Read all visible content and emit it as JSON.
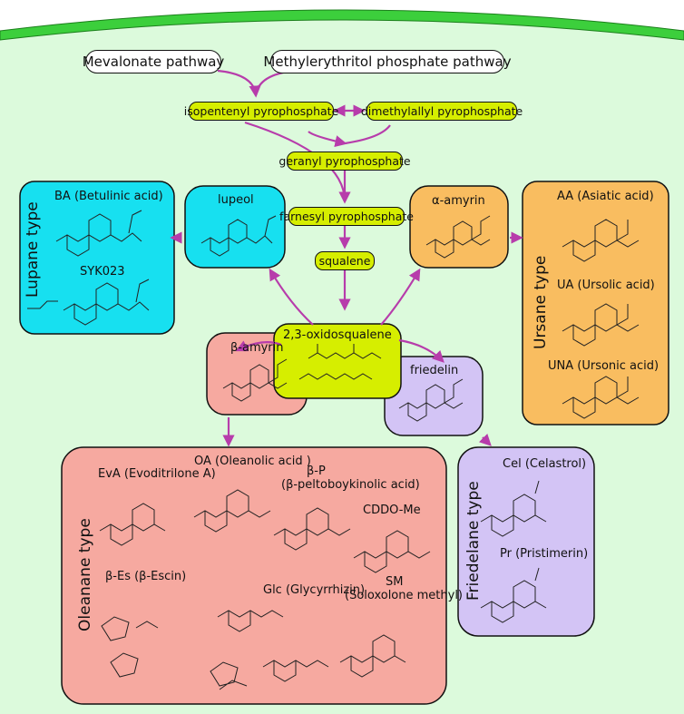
{
  "pathways": {
    "mevalonate": "Mevalonate pathway",
    "mep": "Methylerythritol phosphate pathway"
  },
  "intermediates": {
    "ipp": "isopentenyl pyrophosphate",
    "dmapp": "dimethylallyl pyrophosphate",
    "gpp": "geranyl pyrophosphate",
    "fpp": "farnesyl pyrophosphate",
    "squalene": "squalene",
    "oxidosqualene": "2,3-oxidosqualene"
  },
  "triterpenes": {
    "lupeol": "lupeol",
    "alpha_amyrin": "α-amyrin",
    "beta_amyrin": "β-amyrin",
    "friedelin": "friedelin"
  },
  "groups": {
    "lupane": {
      "title": "Lupane type",
      "compounds": [
        "BA (Betulinic acid)",
        "SYK023"
      ]
    },
    "ursane": {
      "title": "Ursane type",
      "compounds": [
        "AA (Asiatic acid)",
        "UA (Ursolic acid)",
        "UNA (Ursonic acid)"
      ]
    },
    "oleanane": {
      "title": "Oleanane type",
      "compounds": {
        "eva": "EvA (Evoditrilone A)",
        "oa": "OA (Oleanolic acid )",
        "bp1": "β-P",
        "bp2": "(β-peltoboykinolic acid)",
        "cddo": "CDDO-Me",
        "bes": "β-Es (β-Escin)",
        "glc": "Glc (Glycyrrhizin)",
        "sm1": "SM",
        "sm2": "(Soloxolone methyl)"
      }
    },
    "friedelane": {
      "title": "Friedelane type",
      "compounds": [
        "Cel (Celastrol)",
        "Pr (Pristimerin)"
      ]
    }
  },
  "colors": {
    "membrane": "#3ccf3c",
    "cytoplasm": "#dcfadc",
    "arrow": "#b73cab",
    "intermediate": "#d6ee00",
    "lupane": "#17e0f0",
    "ursane": "#f9bd60",
    "oleanane": "#f6a9a0",
    "friedelane": "#d3c4f5"
  }
}
